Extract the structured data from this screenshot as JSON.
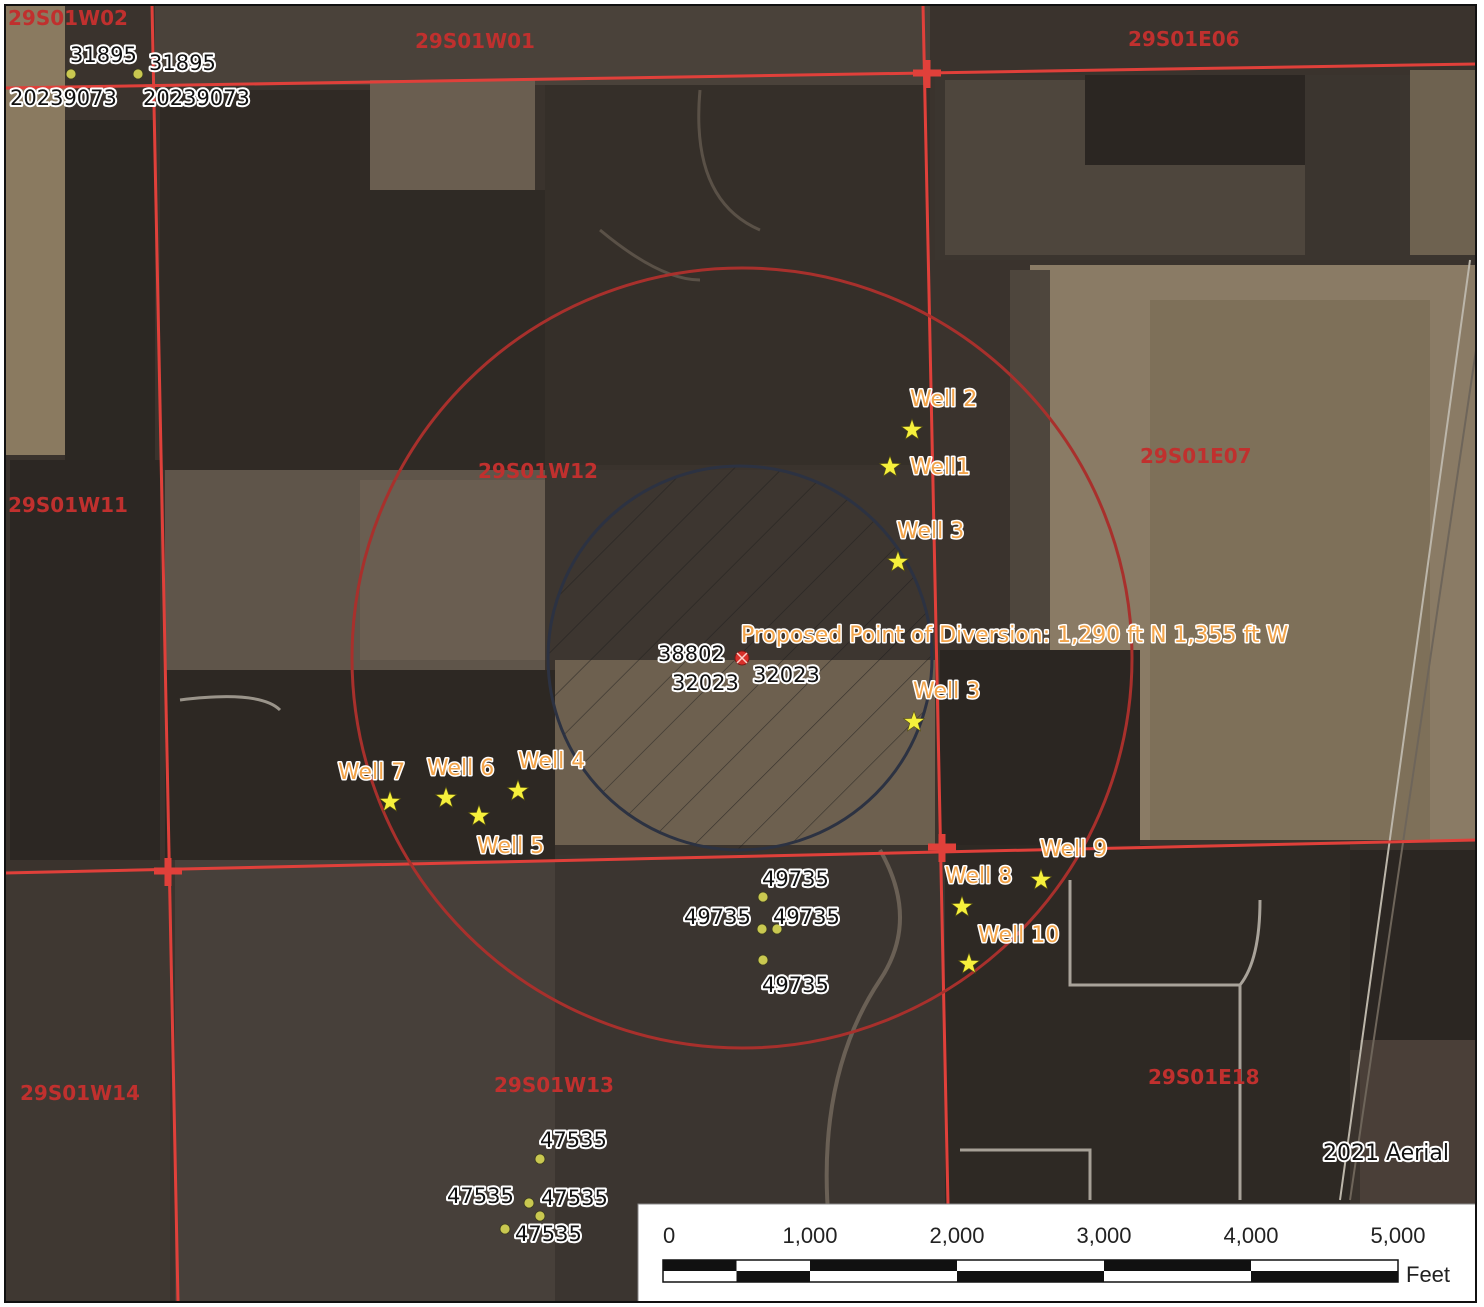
{
  "sections": {
    "w02": "29S01W02",
    "w01": "29S01W01",
    "e06": "29S01E06",
    "w11": "29S01W11",
    "w12": "29S01W12",
    "e07": "29S01E07",
    "w14": "29S01W14",
    "w13": "29S01W13",
    "e18": "29S01E18"
  },
  "wells": {
    "well2": "Well 2",
    "well1": "Well1",
    "well3a": "Well 3",
    "well3b": "Well 3",
    "well4": "Well 4",
    "well5": "Well 5",
    "well6": "Well 6",
    "well7": "Well 7",
    "well8": "Well 8",
    "well9": "Well 9",
    "well10": "Well 10"
  },
  "pod": {
    "label": "Proposed Point of Diversion: 1,290 ft N 1,355 ft W",
    "id_top": "38802",
    "id_left": "32023",
    "id_right": "32023"
  },
  "rights": {
    "nw_a": "31895",
    "nw_b": "31895",
    "nw_c": "20239073",
    "nw_d": "20239073",
    "s_a": "49735",
    "s_b": "49735",
    "s_c": "49735",
    "s_d": "49735",
    "sw_a": "47535",
    "sw_b": "47535",
    "sw_c": "47535",
    "sw_d": "47535"
  },
  "imagery_badge": "2021 Aerial",
  "scale_bar": {
    "ticks": [
      "0",
      "1,000",
      "2,000",
      "3,000",
      "4,000",
      "5,000"
    ],
    "unit": "Feet"
  },
  "colors": {
    "section_lines": "#e0403a",
    "buffer_circle": "#a8302c",
    "well_star": "#f6f03c",
    "right_dot": "#c9c850",
    "label_orange": "#f2a44a"
  }
}
